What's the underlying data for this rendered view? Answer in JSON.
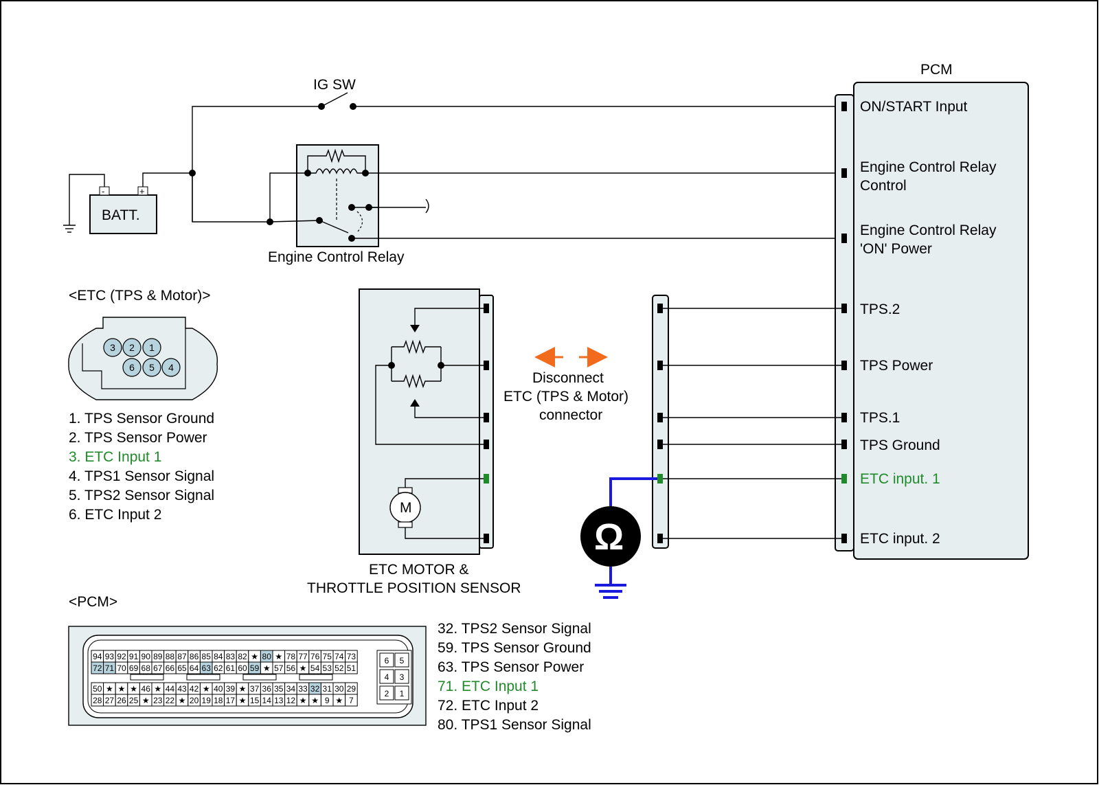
{
  "ig_sw_label": "IG SW",
  "batt_label": "BATT.",
  "batt_minus": "-",
  "batt_plus": "+",
  "relay_label": "Engine Control Relay",
  "pcm_title": "PCM",
  "pcm_pins": {
    "on_start": "ON/START Input",
    "ecr_control_1": "Engine Control Relay",
    "ecr_control_2": "Control",
    "ecr_on_1": "Engine Control Relay",
    "ecr_on_2": "'ON' Power",
    "tps2": "TPS.2",
    "tps_power": "TPS Power",
    "tps1": "TPS.1",
    "tps_ground": "TPS Ground",
    "etc_input1": "ETC input. 1",
    "etc_input2": "ETC input. 2"
  },
  "etc_connector_title": "<ETC (TPS & Motor)>",
  "etc_pins_visible": [
    "3",
    "2",
    "1",
    "6",
    "5",
    "4"
  ],
  "etc_pin_list": [
    "1. TPS Sensor Ground",
    "2. TPS Sensor Power",
    "3. ETC Input 1",
    "4. TPS1 Sensor Signal",
    "5. TPS2 Sensor Signal",
    "6. ETC Input 2"
  ],
  "etc_highlight_index": 2,
  "disconnect_note": [
    "Disconnect",
    "ETC (TPS & Motor)",
    "connector"
  ],
  "motor_symbol": "M",
  "ohm_symbol": "Ω",
  "etc_block_label_1": "ETC MOTOR &",
  "etc_block_label_2": "THROTTLE POSITION SENSOR",
  "pcm_connector_title": "<PCM>",
  "pcm_row1": [
    "94",
    "93",
    "92",
    "91",
    "90",
    "89",
    "88",
    "87",
    "86",
    "85",
    "84",
    "83",
    "82",
    "★",
    "80",
    "★",
    "78",
    "77",
    "76",
    "75",
    "74",
    "73"
  ],
  "pcm_row2": [
    "72",
    "71",
    "70",
    "69",
    "68",
    "67",
    "66",
    "65",
    "64",
    "63",
    "62",
    "61",
    "60",
    "59",
    "★",
    "57",
    "56",
    "★",
    "54",
    "53",
    "52",
    "51"
  ],
  "pcm_row3": [
    "50",
    "★",
    "★",
    "★",
    "46",
    "★",
    "44",
    "43",
    "42",
    "★",
    "40",
    "39",
    "★",
    "37",
    "36",
    "35",
    "34",
    "33",
    "32",
    "31",
    "30",
    "29"
  ],
  "pcm_row4": [
    "28",
    "27",
    "26",
    "25",
    "★",
    "23",
    "22",
    "★",
    "20",
    "19",
    "18",
    "17",
    "★",
    "15",
    "14",
    "13",
    "12",
    "★",
    "★",
    "9",
    "★",
    "7"
  ],
  "pcm_highlight": [
    "80",
    "72",
    "71",
    "63",
    "59",
    "32"
  ],
  "pcm_side_pins": [
    "6",
    "5",
    "4",
    "3",
    "2",
    "1"
  ],
  "pcm_pin_list": [
    "32. TPS2 Sensor Signal",
    "59. TPS Sensor Ground",
    "63. TPS Sensor Power",
    "71. ETC Input 1",
    "72. ETC Input 2",
    "80. TPS1 Sensor Signal"
  ],
  "pcm_highlight_index": 3,
  "colors": {
    "panel": "#e6eef0",
    "highlight_cell": "#b6d3de",
    "green": "#1f8a2a",
    "meter_wire": "#1a1adc",
    "arrow": "#f26a1b"
  }
}
